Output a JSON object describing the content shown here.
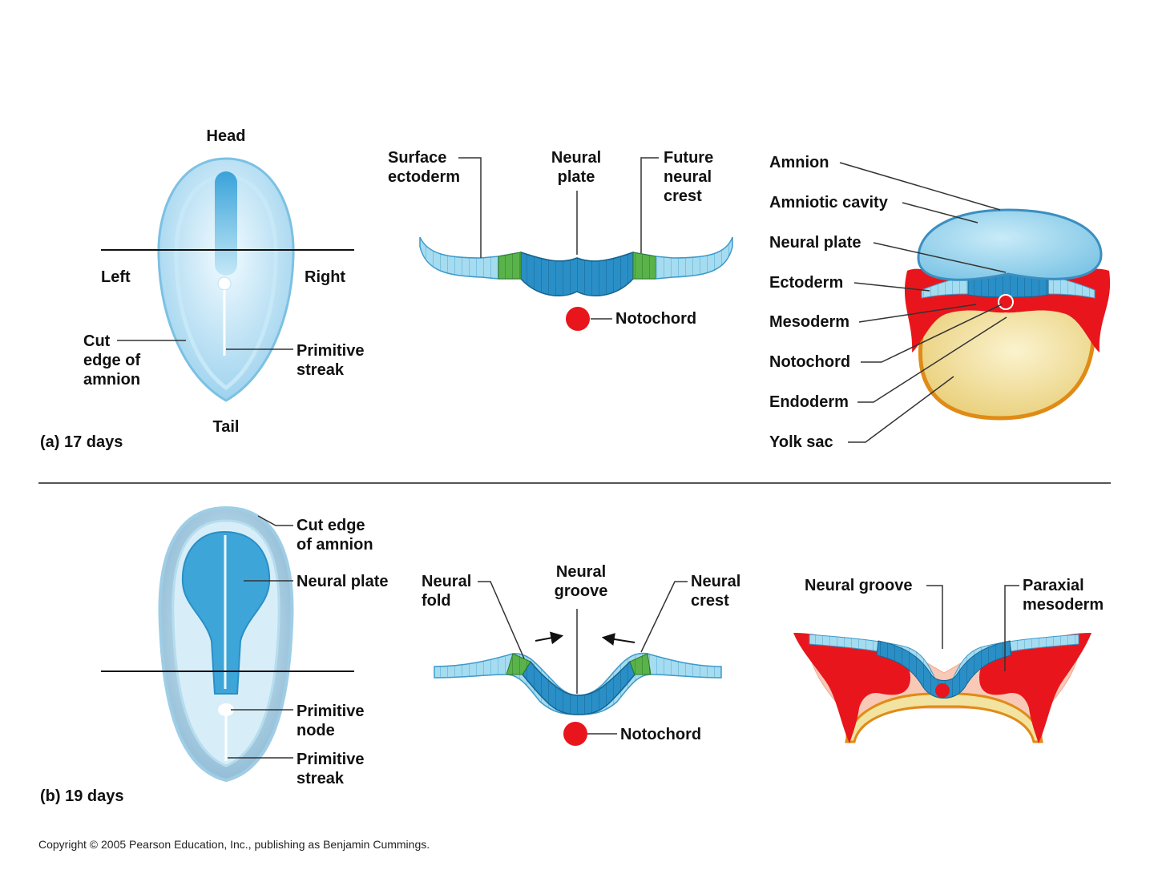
{
  "colors": {
    "blue_dark": "#2a8fc7",
    "blue_light": "#a6dcf0",
    "green": "#59b34a",
    "red": "#e8161c",
    "yolk": "#f2e3a0",
    "yolk_edge": "#e08b16",
    "mesoderm_fill": "#f9c9b8",
    "ink": "#111111"
  },
  "panel_a": {
    "label": "(a) 17 days",
    "embryo": {
      "head": "Head",
      "tail": "Tail",
      "left": "Left",
      "right": "Right",
      "cut_edge": "Cut\nedge of\namnion",
      "primitive_streak": "Primitive\nstreak"
    },
    "section": {
      "surface_ectoderm": "Surface\nectoderm",
      "neural_plate": "Neural\nplate",
      "future_neural_crest": "Future\nneural\ncrest",
      "notochord": "Notochord"
    },
    "cross_section": {
      "labels": [
        "Amnion",
        "Amniotic cavity",
        "Neural plate",
        "Ectoderm",
        "Mesoderm",
        "Notochord",
        "Endoderm",
        "Yolk sac"
      ]
    }
  },
  "panel_b": {
    "label": "(b) 19 days",
    "embryo": {
      "cut_edge": "Cut edge\nof amnion",
      "neural_plate": "Neural plate",
      "primitive_node": "Primitive\nnode",
      "primitive_streak": "Primitive\nstreak"
    },
    "section": {
      "neural_fold": "Neural\nfold",
      "neural_groove": "Neural\ngroove",
      "neural_crest": "Neural\ncrest",
      "notochord": "Notochord"
    },
    "cross_section": {
      "neural_groove": "Neural groove",
      "paraxial_mesoderm": "Paraxial\nmesoderm"
    }
  },
  "copyright": "Copyright © 2005 Pearson Education, Inc., publishing as Benjamin Cummings."
}
